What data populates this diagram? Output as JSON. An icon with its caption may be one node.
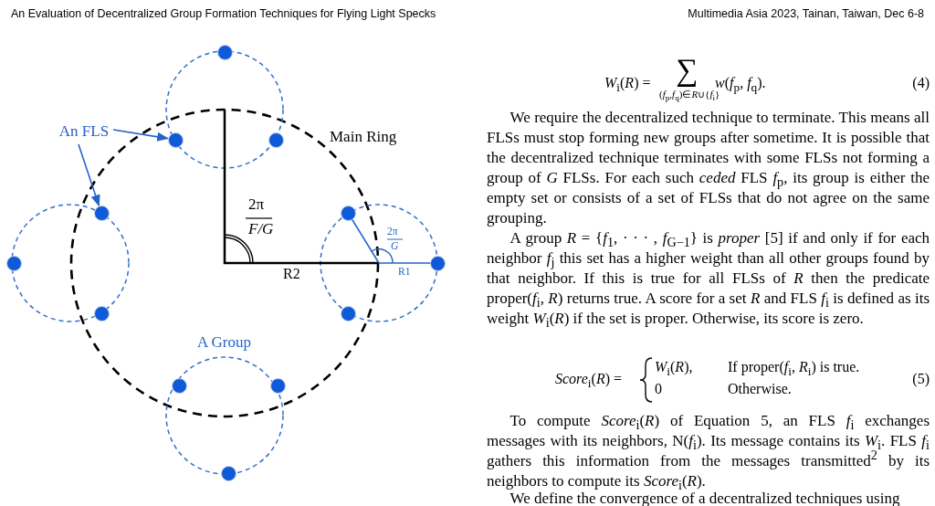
{
  "diagram": {
    "nodes": [
      {
        "text": [
          "An FLS"
        ]
      },
      {
        "text": [],
        "shape": "circle"
      },
      {
        "text": [],
        "shape": "circle"
      },
      {
        "text": [],
        "shape": "circle"
      },
      {
        "text": [],
        "shape": "circle"
      },
      {
        "text": [],
        "shape": "circle"
      },
      {
        "text": [],
        "shape": "circle"
      },
      {
        "text": [],
        "shape": "circle"
      },
      {
        "text": [],
        "shape": "circle"
      },
      {
        "text": [],
        "shape": "circle"
      },
      {
        "text": [],
        "shape": "circle"
      },
      {
        "text": [],
        "shape": "circle"
      },
      {
        "text": [],
        "shape": "circle"
      }
    ],
    "edges": [
      {
        "from": 0,
        "to": 2,
        "arrow": "to"
      },
      {
        "from": 0,
        "to": 4,
        "arrow": "to"
      }
    ],
    "labels": [
      "An Evaluation of Decentralized Group Formation Techniques for Flying Light Specks",
      "Multimedia Asia 2023, Tainan, Taiwan, Dec 6-8",
      "Main Ring",
      "2π",
      "F/G",
      "R2",
      "2π",
      "G",
      "R1",
      "A Group",
      "*W*$_{i}$(*R*) =",
      "∑",
      "(*f*$_{p}$,*f*$_{q}$)∈*R*∪{*f*$_{i}$}",
      "*w*(*f*$_{p}$, *f*$_{q}$).",
      "(4)",
      "We require the decentralized technique to terminate. This means all FLSs must stop forming new groups after sometime. It is possible that the decentralized technique terminates with some FLSs not forming a group of *G* FLSs. For each such *ceded* FLS *f*$_{p}$, its group is either the empty set or consists of a set of FLSs that do not agree on the same grouping.",
      "A group *R* = {*f*$_{1}$, · · · , *f*$_{G−1}$} is *proper* [5] if and only if for each neighbor *f*$_{j}$ this set has a higher weight than all other groups found by that neighbor. If this is true for all FLSs of *R* then the predicate proper(*f*$_{i}$, *R*) returns true. A score for a set *R* and FLS *f*$_{i}$ is defined as its weight *W*$_{i}$(*R*) if the set is proper. Otherwise, its score is zero.",
      "*Score*$_{i}$(*R*) =",
      "*W*$_{i}$(*R*),",
      "If proper(*f*$_{i}$, *R*$_{i}$) is true.",
      "0",
      "Otherwise.",
      "(5)",
      "To compute *Score*$_{i}$(*R*) of Equation 5, an FLS *f*$_{i}$ exchanges messages with its neighbors, N(*f*$_{i}$). Its message contains its *W*$_{i}$. FLS *f*$_{i}$ gathers this information from the messages transmitted$^{2}$ by its neighbors to compute its *Score*$_{i}$(*R*).",
      "We define the convergence of a decentralized techniques using"
    ]
  }
}
